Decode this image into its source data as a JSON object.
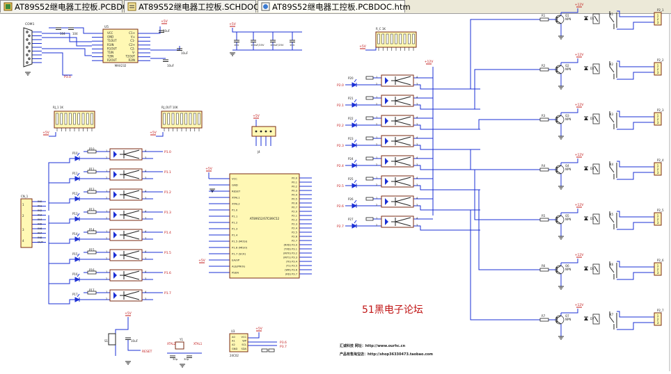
{
  "tabs": [
    {
      "label": "AT89S52继电器工控板.PCBDOC",
      "icon": "pcb-doc-icon"
    },
    {
      "label": "AT89S52继电器工控板.SCHDOC",
      "icon": "schematic-doc-icon"
    },
    {
      "label": "AT89S52继电器工控板.PCBDOC.htm",
      "icon": "html-doc-icon"
    }
  ],
  "schematic": {
    "serial_block": {
      "connector": "COM1",
      "chip_ref": "U5",
      "chip_name": "MAX232",
      "left_pins": [
        "VCC",
        "GND",
        "T1OUT",
        "R1IN",
        "R1OUT",
        "T1IN",
        "T2IN",
        "R2OUT"
      ],
      "right_pins": [
        "C1+",
        "V+",
        "C1-",
        "C2+",
        "C2-",
        "V-",
        "T2OUT",
        "R2IN"
      ],
      "caps": [
        "104",
        "104",
        "10uF",
        "10uF",
        "10uF"
      ],
      "label": "P3.0"
    },
    "power_caps": [
      "104",
      "100uF/25V",
      "100uF/25V",
      "104"
    ],
    "top_resnet": {
      "ref": "R_C",
      "value": "1K"
    },
    "mid_resnets": [
      {
        "ref": "RJ_1",
        "value": "1K"
      },
      {
        "ref": "RJ_OUT",
        "value": "10K"
      }
    ],
    "vcc_label": "+5V",
    "vcc12_label": "+12V",
    "jumper_block": {
      "ref": "J4"
    },
    "input_connector": {
      "ref": "CN_1",
      "pins": [
        "IN0",
        "IN1",
        "IN2",
        "IN3",
        "IN4",
        "IN5",
        "IN6",
        "IN7",
        "IN8",
        "OUT"
      ]
    },
    "input_opto": [
      {
        "led": "P10",
        "resistor": "P10",
        "net": "P1.0"
      },
      {
        "led": "P11",
        "resistor": "P11",
        "net": "P1.1"
      },
      {
        "led": "P12",
        "resistor": "P12",
        "net": "P1.2"
      },
      {
        "led": "P13",
        "resistor": "P13",
        "net": "P1.3"
      },
      {
        "led": "P14",
        "resistor": "P14",
        "net": "P1.4"
      },
      {
        "led": "P15",
        "resistor": "P15",
        "net": "P1.5"
      },
      {
        "led": "P16",
        "resistor": "P16",
        "net": "P1.6"
      },
      {
        "led": "P17",
        "resistor": "P17",
        "net": "P1.7"
      }
    ],
    "mcu": {
      "name": "AT89S52/STC89C52",
      "left_pins": [
        "VCC",
        "GND",
        "RESET",
        "XTAL1",
        "XTAL2",
        "P1.0",
        "P1.1",
        "P1.2",
        "P1.3",
        "P1.4",
        "P1.5 (MOSI)",
        "P1.6 (MISO)",
        "P1.7 (SCK)",
        "EA/VP",
        "ALE/PROG",
        "PSEN"
      ],
      "right_pins": [
        "P0.0",
        "P0.1",
        "P0.2",
        "P0.3",
        "P0.4",
        "P0.5",
        "P0.6",
        "P0.7",
        "P2.0",
        "P2.1",
        "P2.2",
        "P2.3",
        "P2.4",
        "P2.5",
        "P2.6",
        "P2.7",
        "(RXD) P3.0",
        "(TXD) P3.1",
        "(INT0) P3.2",
        "(INT1) P3.3",
        "(T0) P3.4",
        "(T1) P3.5",
        "(WR) P3.6",
        "(RD) P3.7"
      ]
    },
    "output_opto": [
      {
        "led": "P20",
        "net": "P2.0"
      },
      {
        "led": "P21",
        "net": "P2.1"
      },
      {
        "led": "P22",
        "net": "P2.2"
      },
      {
        "led": "P23",
        "net": "P2.3"
      },
      {
        "led": "P24",
        "net": "P2.4"
      },
      {
        "led": "P25",
        "net": "P2.5"
      },
      {
        "led": "P26",
        "net": "P2.6"
      },
      {
        "led": "P27",
        "net": "P2.7"
      }
    ],
    "relays": [
      {
        "res": "R1",
        "trans": "Q1",
        "type": "NPN",
        "diode": "D1",
        "relay": "K1",
        "port": "P2_1"
      },
      {
        "res": "R2",
        "trans": "Q2",
        "type": "NPN",
        "diode": "D2",
        "relay": "K2",
        "port": "P2_2"
      },
      {
        "res": "R3",
        "trans": "Q3",
        "type": "NPN",
        "diode": "D3",
        "relay": "K3",
        "port": "P2_3"
      },
      {
        "res": "R4",
        "trans": "Q4",
        "type": "NPN",
        "diode": "D4",
        "relay": "K4",
        "port": "P2_4"
      },
      {
        "res": "R5",
        "trans": "Q5",
        "type": "NPN",
        "diode": "D5",
        "relay": "K5",
        "port": "P2_5"
      },
      {
        "res": "R6",
        "trans": "Q6",
        "type": "NPN",
        "diode": "D6",
        "relay": "K6",
        "port": "P2_6"
      },
      {
        "res": "R7",
        "trans": "Q7",
        "type": "NPN",
        "diode": "D7",
        "relay": "K7",
        "port": "P2_7"
      }
    ],
    "reset_block": {
      "button": "S1",
      "cap": "10uF",
      "label": "RESET"
    },
    "crystal_block": {
      "ref": "Y1",
      "left": "XTAL2",
      "right": "XTAL1",
      "caps": [
        "30p",
        "30p"
      ]
    },
    "eeprom": {
      "ref": "U3",
      "name": "24C02",
      "pins": [
        "A0",
        "A1",
        "A2",
        "GND",
        "VCC",
        "WP",
        "SCL",
        "SDA"
      ],
      "nets": [
        "P3.6",
        "P3.7"
      ]
    },
    "watermark": "51黑电子论坛",
    "footer_lines": [
      "汇诚科技 网址：http://www.ourhc.cn",
      "产品有售淘宝店：http://shop36330473.taobao.com"
    ]
  }
}
